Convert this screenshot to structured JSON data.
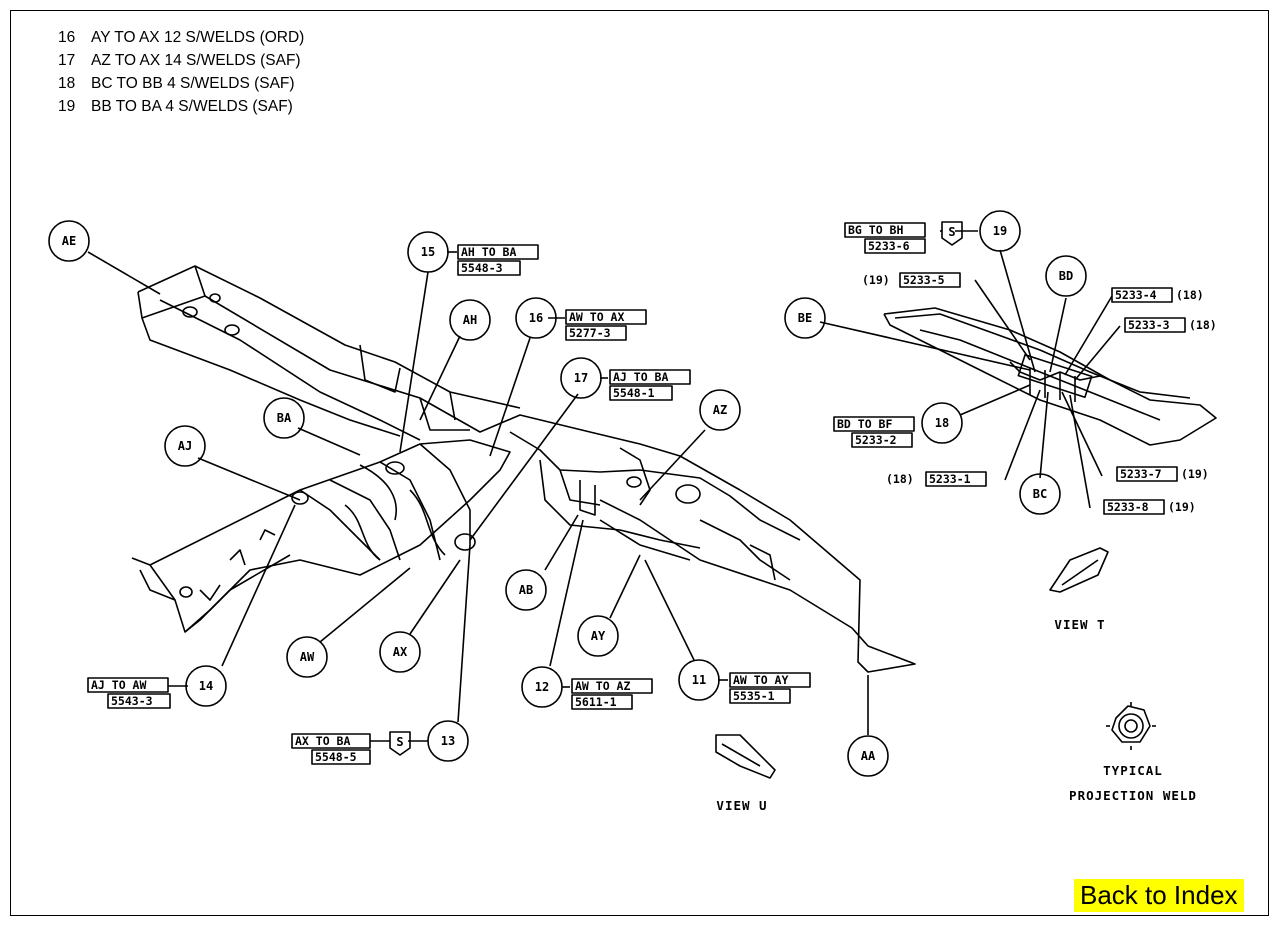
{
  "legend": [
    {
      "num": "16",
      "text": "AY TO AX 12 S/WELDS (ORD)"
    },
    {
      "num": "17",
      "text": "AZ TO AX 14 S/WELDS (SAF)"
    },
    {
      "num": "18",
      "text": "BC TO BB 4 S/WELDS (SAF)"
    },
    {
      "num": "19",
      "text": "BB TO BA 4 S/WELDS (SAF)"
    }
  ],
  "callouts": {
    "ae": "AE",
    "ah": "AH",
    "ba": "BA",
    "aj": "AJ",
    "aw": "AW",
    "ax": "AX",
    "ab": "AB",
    "ay": "AY",
    "az": "AZ",
    "aa": "AA",
    "be": "BE",
    "bd": "BD",
    "bc": "BC",
    "n15": "15",
    "n16": "16",
    "n17": "17",
    "n14": "14",
    "n13": "13",
    "n12": "12",
    "n11": "11",
    "n19": "19",
    "n18": "18"
  },
  "shields": {
    "s1": "S",
    "s2": "S"
  },
  "labels": {
    "ah_ba": "AH TO BA",
    "c5548_3": "5548-3",
    "aw_ax": "AW TO AX",
    "c5277_3": "5277-3",
    "aj_ba": "AJ TO BA",
    "c5548_1": "5548-1",
    "aj_aw": "AJ TO AW",
    "c5543_3": "5543-3",
    "ax_ba": "AX TO BA",
    "c5548_5": "5548-5",
    "aw_az": "AW TO AZ",
    "c5611_1": "5611-1",
    "aw_ay": "AW TO AY",
    "c5535_1": "5535-1",
    "bg_bh": "BG TO BH",
    "c5233_6": "5233-6",
    "c5233_5": "5233-5",
    "pre19a": "(19)",
    "c5233_4": "5233-4",
    "post18a": "(18)",
    "c5233_3": "5233-3",
    "post18b": "(18)",
    "bd_bf": "BD TO BF",
    "c5233_2": "5233-2",
    "c5233_1": "5233-1",
    "pre18": "(18)",
    "c5233_7": "5233-7",
    "post19a": "(19)",
    "c5233_8": "5233-8",
    "post19b": "(19)"
  },
  "captions": {
    "view_t": "VIEW T",
    "view_u": "VIEW U",
    "typical": "TYPICAL",
    "projection_weld": "PROJECTION WELD"
  },
  "back_link": "Back to Index"
}
